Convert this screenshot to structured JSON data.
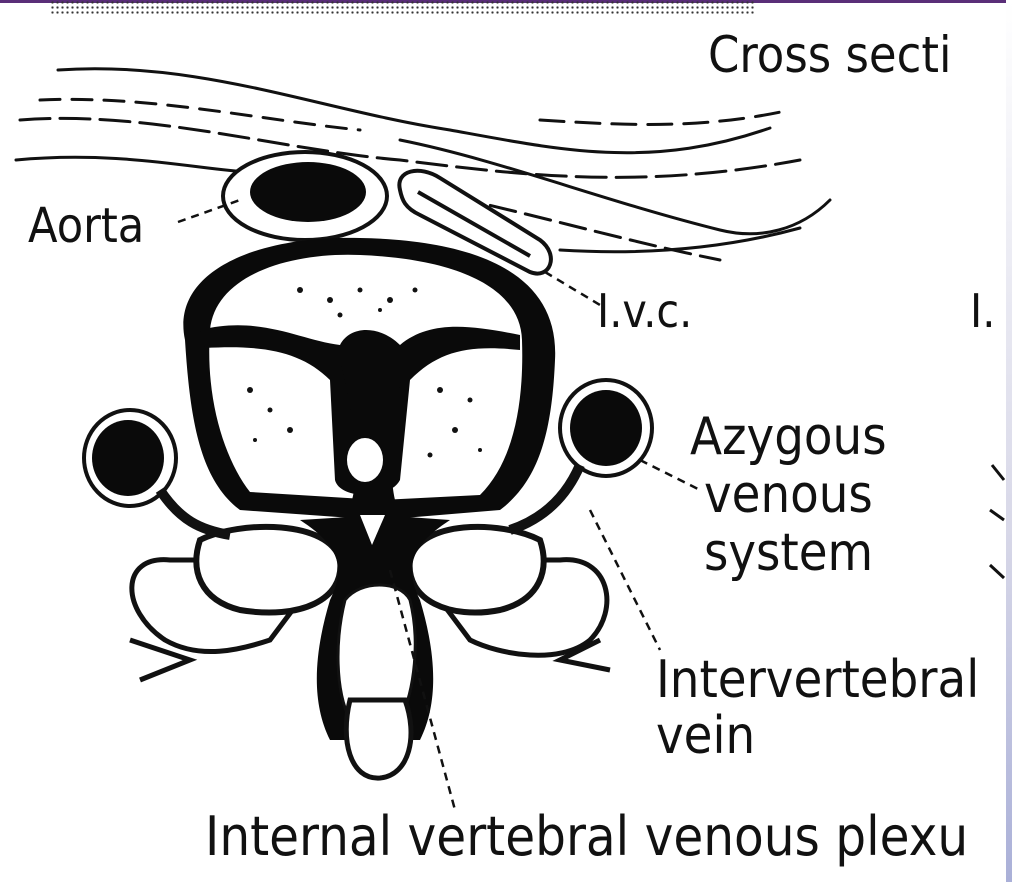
{
  "labels": {
    "title": "Cross secti",
    "aorta": "Aorta",
    "ivc": "I.v.c.",
    "ivc_right": "I.",
    "azygous": [
      "Azygous",
      "venous",
      "system"
    ],
    "intervertebral": [
      "Intervertebral",
      "vein"
    ],
    "internal_plexus": "Internal vertebral venous plexu"
  }
}
